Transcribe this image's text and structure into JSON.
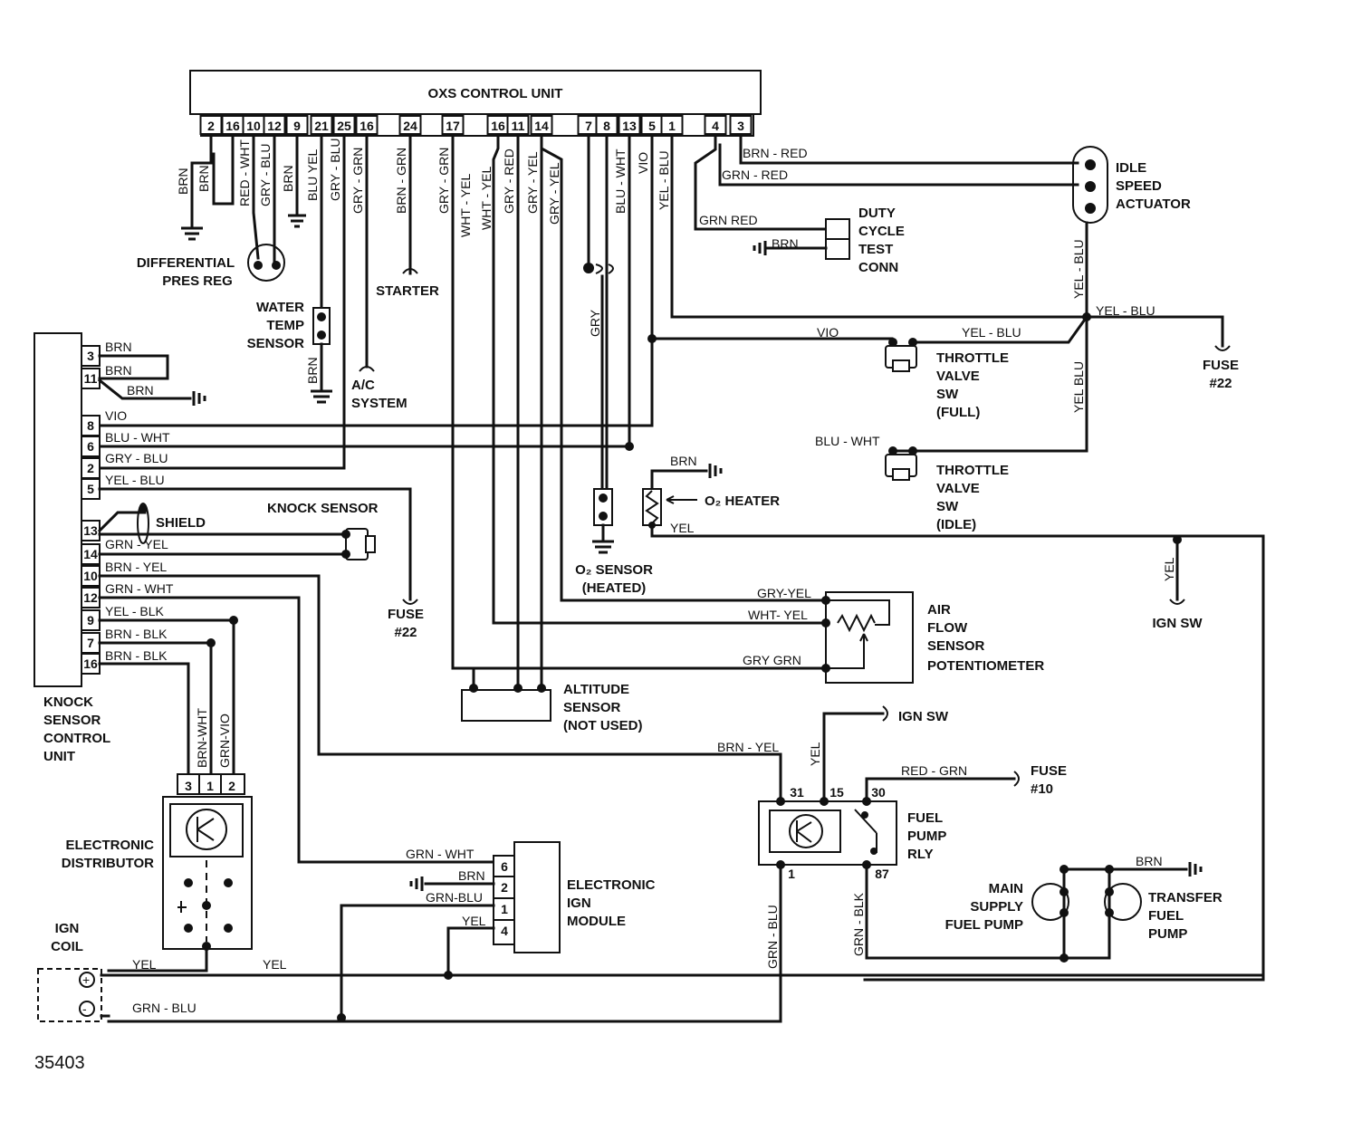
{
  "oxs_control_unit": {
    "title": "OXS CONTROL UNIT",
    "pins": [
      "2",
      "16",
      "10",
      "12",
      "9",
      "21",
      "25",
      "16",
      "24",
      "17",
      "16",
      "11",
      "14",
      "7",
      "8",
      "13",
      "5",
      "1",
      "4",
      "3"
    ]
  },
  "knock_unit": {
    "label": [
      "KNOCK",
      "SENSOR",
      "CONTROL",
      "UNIT"
    ],
    "pins": [
      "3",
      "11",
      "8",
      "6",
      "2",
      "5",
      "13",
      "14",
      "10",
      "12",
      "9",
      "7",
      "16"
    ]
  },
  "components": {
    "differential_pres_reg": [
      "DIFFERENTIAL",
      "PRES  REG"
    ],
    "water_temp_sensor": [
      "WATER",
      "TEMP",
      "SENSOR"
    ],
    "starter": "STARTER",
    "ac_system": [
      "A/C",
      "SYSTEM"
    ],
    "duty_cycle": [
      "DUTY",
      "CYCLE",
      "TEST",
      "CONN"
    ],
    "idle_speed_actuator": [
      "IDLE",
      "SPEED",
      "ACTUATOR"
    ],
    "fuse22_right": [
      "FUSE",
      "#22"
    ],
    "fuse22_left": [
      "FUSE",
      "#22"
    ],
    "throttle_full": [
      "THROTTLE",
      "VALVE",
      "SW",
      "(FULL)"
    ],
    "throttle_idle": [
      "THROTTLE",
      "VALVE",
      "SW",
      "(IDLE)"
    ],
    "o2_heater": "O₂ HEATER",
    "o2_sensor": [
      "O₂ SENSOR",
      "(HEATED)"
    ],
    "knock_sensor": "KNOCK SENSOR",
    "shield": "SHIELD",
    "air_flow": [
      "AIR",
      "FLOW",
      "SENSOR",
      "POTENTIOMETER"
    ],
    "altitude": [
      "ALTITUDE",
      "SENSOR",
      "(NOT USED)"
    ],
    "ign_sw_right": "IGN SW",
    "ign_sw_relay": "IGN SW",
    "fuse10": [
      "FUSE",
      "#10"
    ],
    "fuel_pump_rly": [
      "FUEL",
      "PUMP",
      "RLY"
    ],
    "main_pump": [
      "MAIN",
      "SUPPLY",
      "FUEL PUMP"
    ],
    "transfer_pump": [
      "TRANSFER",
      "FUEL",
      "PUMP"
    ],
    "distributor": [
      "ELECTRONIC",
      "DISTRIBUTOR"
    ],
    "distributor_pins": [
      "3",
      "1",
      "2"
    ],
    "ign_module": [
      "ELECTRONIC",
      "IGN",
      "MODULE"
    ],
    "ign_module_pins": [
      "6",
      "2",
      "1",
      "4"
    ],
    "ign_coil": [
      "IGN",
      "COIL"
    ],
    "relay_pins": [
      "31",
      "15",
      "30",
      "1",
      "87"
    ]
  },
  "wire_labels": {
    "brn1": "BRN",
    "brn2": "BRN",
    "red_wht": "RED - WHT",
    "gry_blu": "GRY - BLU",
    "brn3": "BRN",
    "blu_yel": "BLU  YEL",
    "gry_blu2": "GRY - BLU",
    "gry_grn": "GRY - GRN",
    "brn_grn": "BRN - GRN",
    "gry_grn2": "GRY - GRN",
    "wht_yel": "WHT - YEL",
    "wht_yel2": "WHT - YEL",
    "gry_red": "GRY - RED",
    "gry_yel": "GRY - YEL",
    "blu_wht": "BLU - WHT",
    "vio": "VIO",
    "yel_blu": "YEL - BLU",
    "brn_red": "BRN - RED",
    "grn_red": "GRN - RED",
    "grn_red2": "GRN  RED",
    "brn_duty": "BRN",
    "yel_blu_v": "YEL - BLU",
    "yel_blu_h": "YEL - BLU",
    "vio_h": "VIO",
    "yel_blu_h2": "YEL - BLU",
    "yel_blu_v2": "YEL  BLU",
    "brn_ws": "BRN",
    "gry_o2": "GRY",
    "blu_wht_h": "BLU - WHT",
    "brn_heater": "BRN",
    "yel_heater": "YEL",
    "yel_ign": "YEL",
    "k_brn3": "BRN",
    "k_brn11": "BRN",
    "k_brn_g": "BRN",
    "k_vio": "VIO",
    "k_blu_wht": "BLU - WHT",
    "k_gry_blu": "GRY - BLU",
    "k_yel_blu": "YEL - BLU",
    "k_grn_yel": "GRN - YEL",
    "k_brn_yel": "BRN - YEL",
    "k_grn_wht": "GRN - WHT",
    "k_yel_blk": "YEL - BLK",
    "k_brn_blk": "BRN - BLK",
    "k_brn_blk2": "BRN - BLK",
    "gry_yel_af": "GRY-YEL",
    "wht_yel_af": "WHT- YEL",
    "gry_grn_af": "GRY  GRN",
    "brn_wht_d": "BRN-WHT",
    "grn_vio_d": "GRN-VIO",
    "brn_yel_r": "BRN - YEL",
    "yel_r": "YEL",
    "red_grn_r": "RED - GRN",
    "grn_blu_r": "GRN - BLU",
    "grn_blk_r": "GRN - BLK",
    "brn_pump": "BRN",
    "grn_wht_m": "GRN - WHT",
    "brn_m": "BRN",
    "grn_blu_m": "GRN-BLU",
    "yel_m": "YEL",
    "yel_coil": "YEL",
    "yel_coil2": "YEL",
    "grn_blu_coil": "GRN - BLU"
  },
  "figure_number": "35403"
}
